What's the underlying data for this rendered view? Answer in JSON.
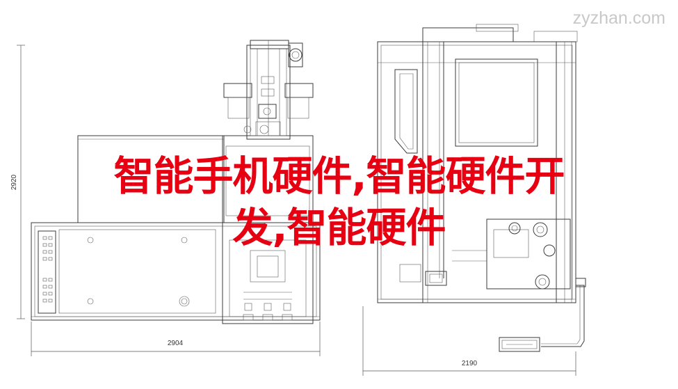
{
  "watermark": "zyzhan.com",
  "headline": {
    "line1": "智能手机硬件,智能硬件开",
    "line2": "发,智能硬件"
  },
  "dimensions": {
    "left_height": "2920",
    "left_width": "2904",
    "right_width": "2190"
  },
  "colors": {
    "headline": "#e60012",
    "line": "#3a3a3a",
    "watermark": "#c8c8c8"
  }
}
